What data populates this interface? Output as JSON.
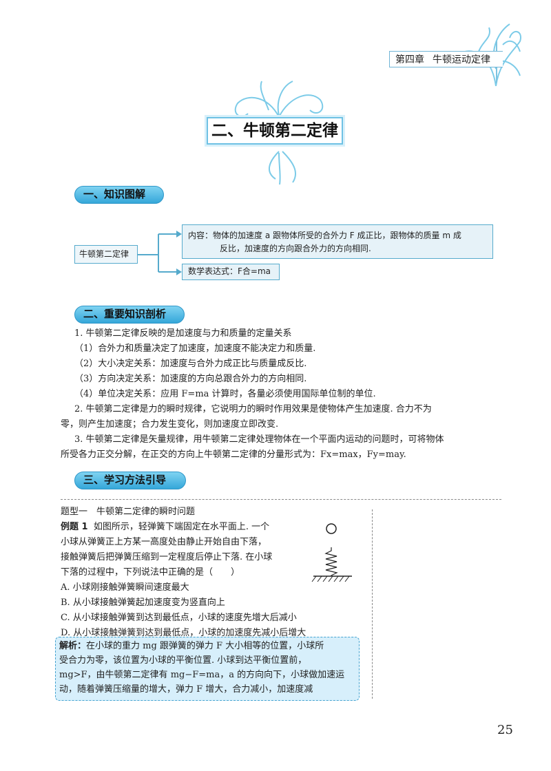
{
  "header": {
    "chapter": "第四章",
    "chapter_name": "牛顿运动定律"
  },
  "title": "二、牛顿第二定律",
  "sections": {
    "s1": "一、知识图解",
    "s2": "二、重要知识剖析",
    "s3": "三、学习方法引导"
  },
  "diagram": {
    "root": "牛顿第二定律",
    "content_line1": "内容：物体的加速度 a 跟物体所受的合外力 F 成正比，跟物体的质量 m 成",
    "content_line2": "反比，加速度的方向跟合外力的方向相同.",
    "formula": "数学表达式：F合=ma"
  },
  "analysis": {
    "p1": "1. 牛顿第二定律反映的是加速度与力和质量的定量关系",
    "p1_1": "（1）合外力和质量决定了加速度，加速度不能决定力和质量.",
    "p1_2": "（2）大小决定关系：加速度与合外力成正比与质量成反比.",
    "p1_3": "（3）方向决定关系：加速度的方向总跟合外力的方向相同.",
    "p1_4": "（4）单位决定关系：应用 F=ma 计算时，各量必须使用国际单位制的单位.",
    "p2_a": "2. 牛顿第二定律是力的瞬时规律，它说明力的瞬时作用效果是使物体产生加速度. 合力不为",
    "p2_b": "零，则产生加速度；合力发生变化，则加速度立即改变.",
    "p3_a": "3. 牛顿第二定律是矢量规律，用牛顿第二定律处理物体在一个平面内运动的问题时，可将物体",
    "p3_b": "所受各力正交分解，在正交的方向上牛顿第二定律的分量形式为：Fx=max，Fy=may."
  },
  "example": {
    "type_label": "题型一　牛顿第二定律的瞬时问题",
    "label": "例题 1",
    "q1": "如图所示，轻弹簧下端固定在水平面上. 一个",
    "q2": "小球从弹簧正上方某一高度处由静止开始自由下落，",
    "q3": "接触弹簧后把弹簧压缩到一定程度后停止下落. 在小球",
    "q4": "下落的过程中，下列说法中正确的是（　　）",
    "A": "A. 小球刚接触弹簧瞬间速度最大",
    "B": "B. 从小球接触弹簧起加速度变为竖直向上",
    "C": "C. 从小球接触弹簧到达到最低点，小球的速度先增大后减小",
    "D": "D. 从小球接触弹簧到达到最低点，小球的加速度先减小后增大"
  },
  "solution": {
    "label": "解析：",
    "l1": "在小球的重力 mg 跟弹簧的弹力 F 大小相等的位置，小球所",
    "l2": "受合力为零，该位置为小球的平衡位置. 小球到达平衡位置前，",
    "l3": "mg>F，由牛顿第二定律有 mg−F=ma，a 的方向向下，小球做加速运",
    "l4": "动，随着弹簧压缩量的增大，弹力 F 增大，合力减小，加速度减"
  },
  "page_number": "25",
  "colors": {
    "accent": "#35a7d9",
    "box_fill": "#e6f2f8",
    "solution_fill": "#d7effb"
  }
}
